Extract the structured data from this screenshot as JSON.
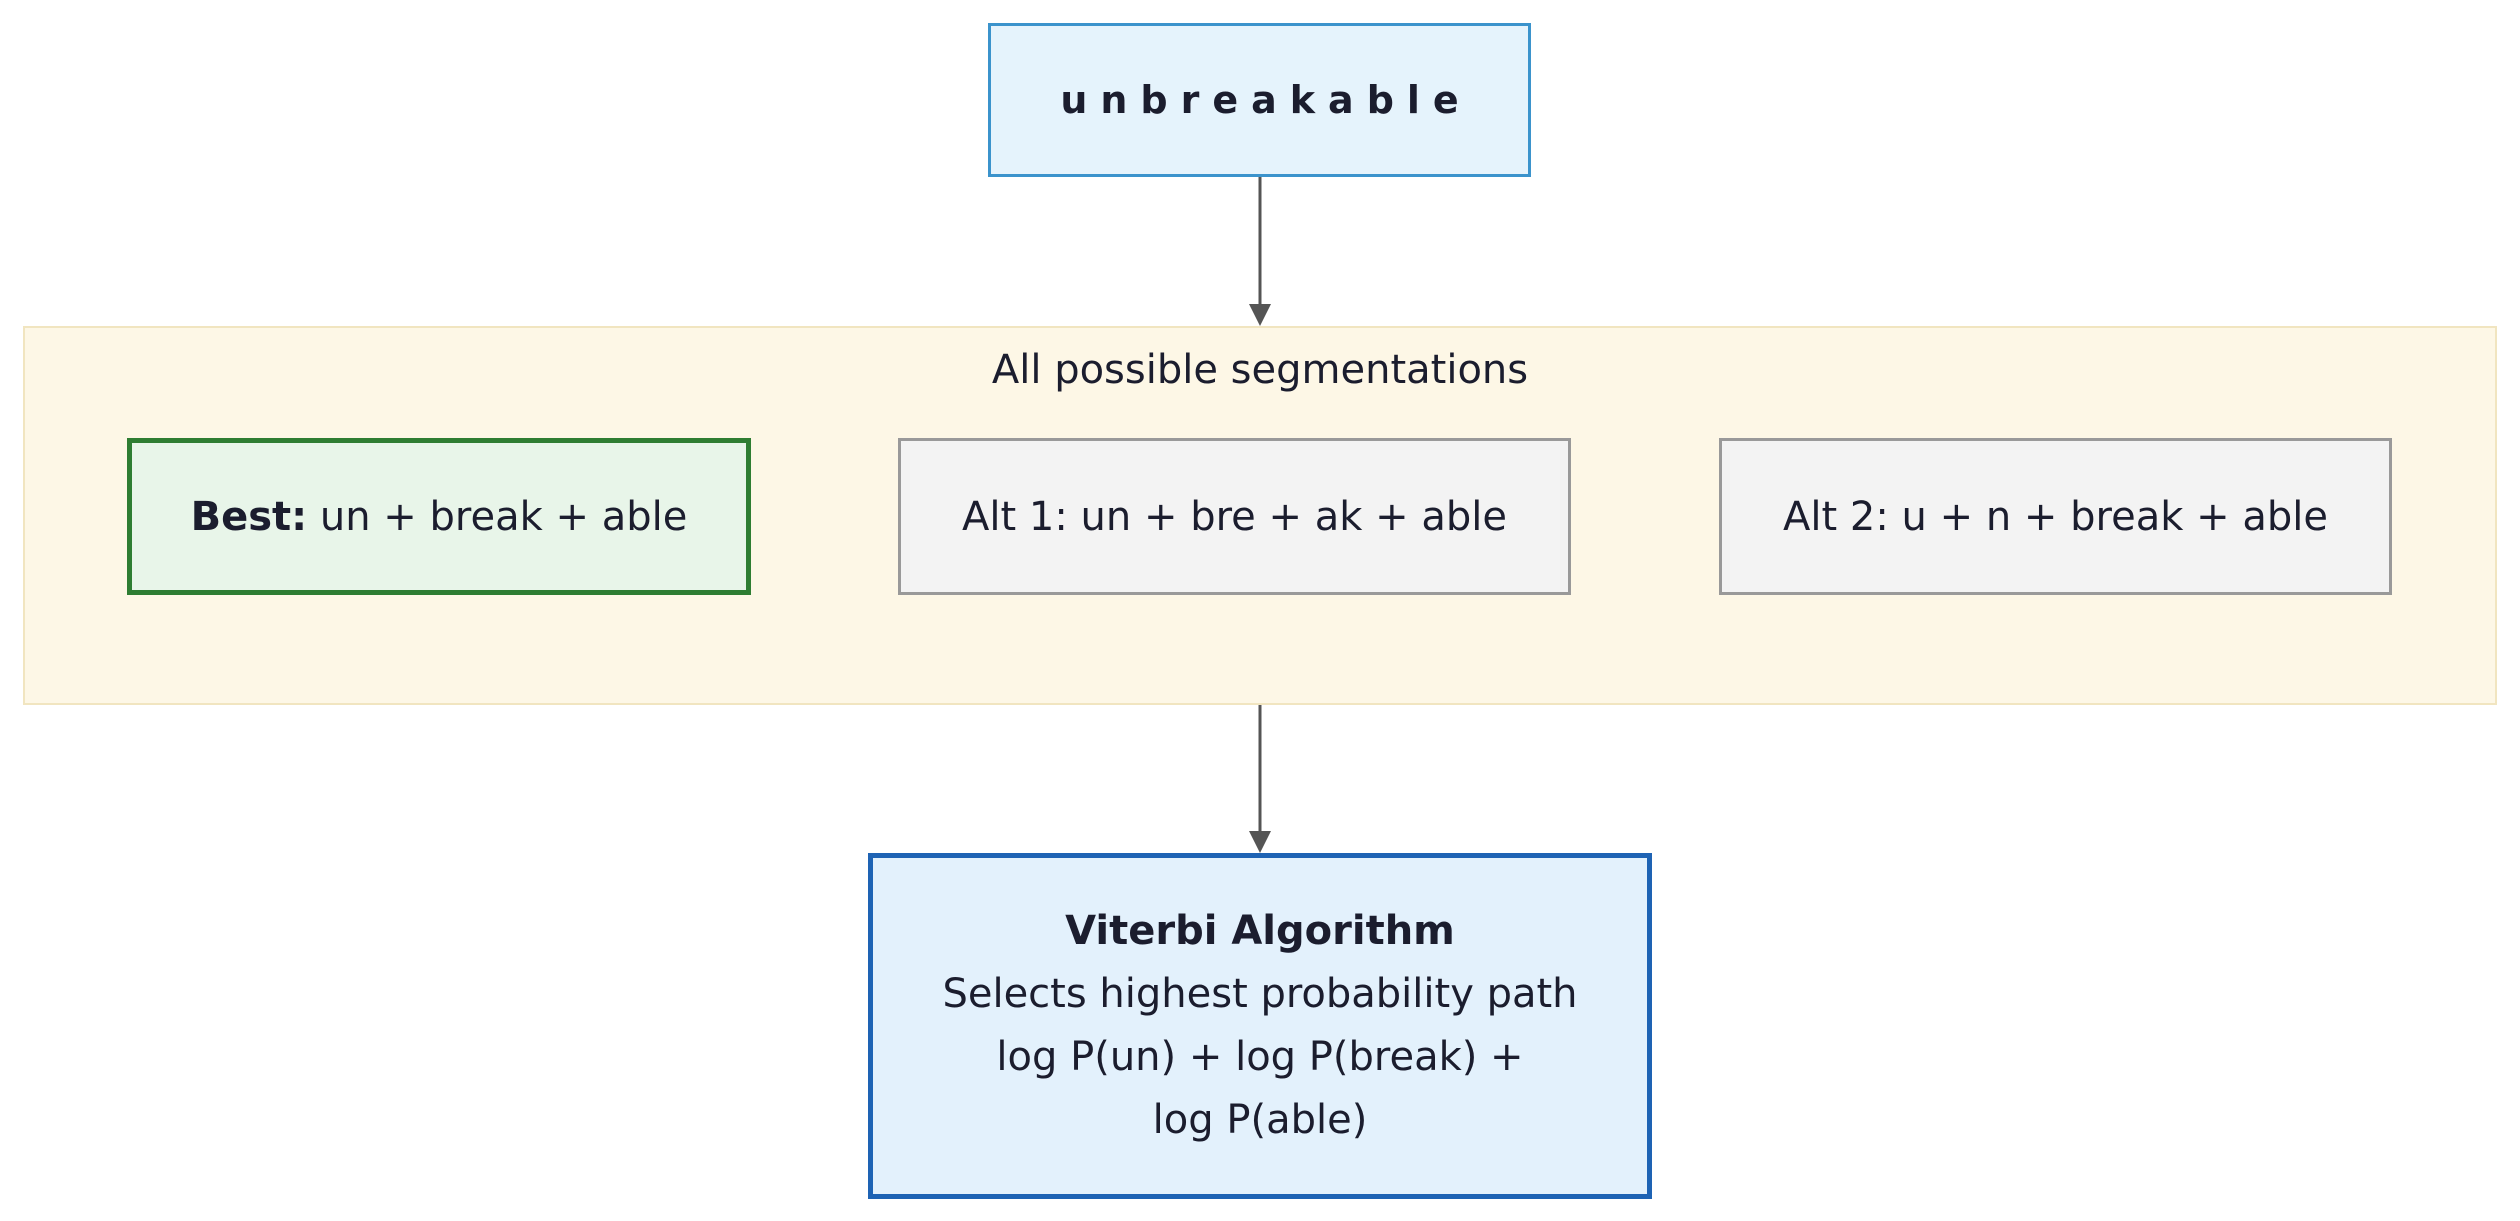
{
  "input_word": "unbreakable",
  "group": {
    "title": "All possible segmentations"
  },
  "segmentations": {
    "best": {
      "prefix": "Best:",
      "text": "un + break + able"
    },
    "alt1": {
      "text": "Alt 1: un + bre + ak + able"
    },
    "alt2": {
      "text": "Alt 2: u + n + break + able"
    }
  },
  "viterbi": {
    "title": "Viterbi Algorithm",
    "description": "Selects highest probability path",
    "formula": "log P(un) + log P(break) + log P(able)"
  },
  "colors": {
    "input_fill": "#e5f3fc",
    "input_border": "#3b93cc",
    "group_fill": "#fdf7e6",
    "best_fill": "#e8f5e9",
    "best_border": "#2e7d32",
    "alt_fill": "#f3f3f3",
    "alt_border": "#999999",
    "viterbi_fill": "#e3f1fc",
    "viterbi_border": "#1e63b4",
    "arrow": "#555555"
  }
}
